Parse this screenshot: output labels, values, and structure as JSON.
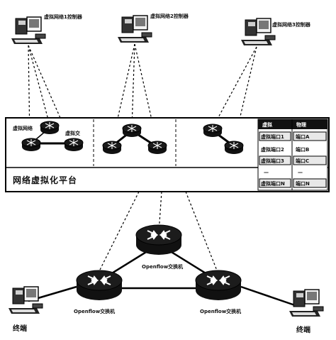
{
  "controllers": [
    {
      "label": "虚拟网络1控制器"
    },
    {
      "label": "虚拟网络2控制器"
    },
    {
      "label": "虚拟网络3控制器"
    }
  ],
  "platform": {
    "title": "网络虚拟化平台",
    "slice1_labels": [
      "虚拟网络",
      "虚拟交"
    ],
    "table": {
      "header": [
        "虚拟",
        "物理"
      ],
      "rows": [
        [
          "虚拟端口1",
          "端口A"
        ],
        [
          "虚拟端口2",
          "端口B"
        ],
        [
          "虚拟端口3",
          "端口C"
        ],
        [
          "—",
          "—"
        ],
        [
          "虚拟端口N",
          "端口N"
        ]
      ]
    }
  },
  "switches": [
    {
      "label": "Openflow交换机"
    },
    {
      "label": "Openflow交换机"
    },
    {
      "label": "Openflow交换机"
    }
  ],
  "terminals": [
    {
      "label": "终端"
    },
    {
      "label": "终端"
    }
  ]
}
